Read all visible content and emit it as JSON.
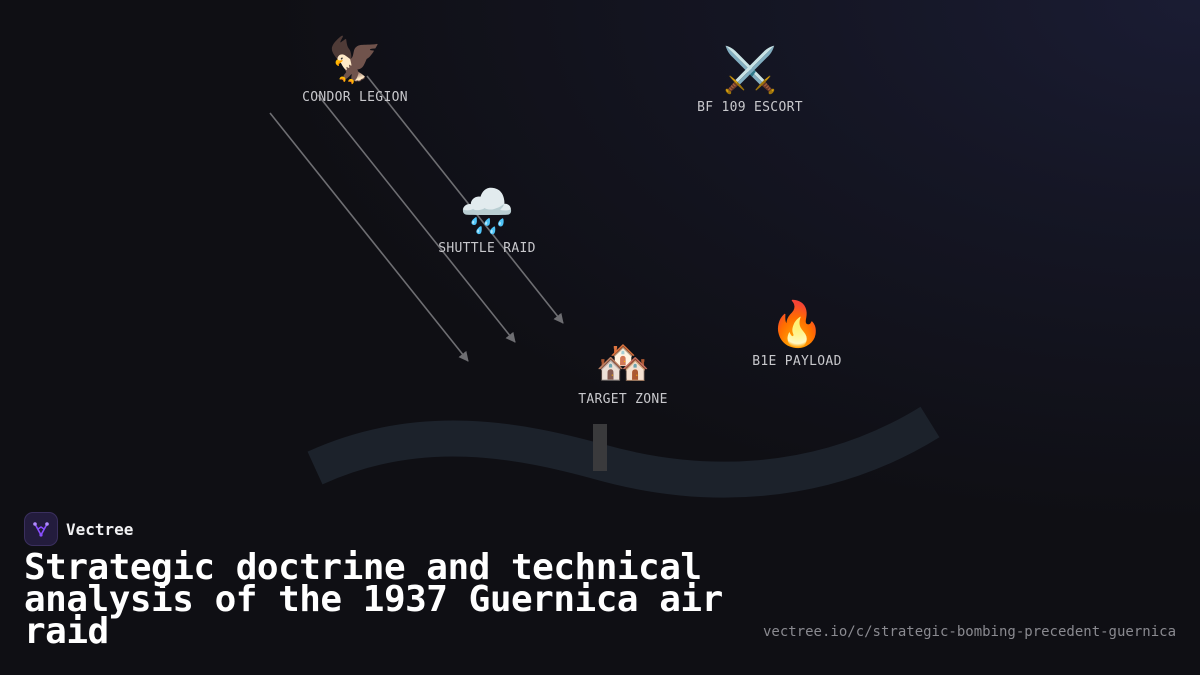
{
  "diagram": {
    "nodes": {
      "condor": {
        "icon": "eagle-icon",
        "emoji": "🦅",
        "label": "CONDOR LEGION"
      },
      "escort": {
        "icon": "crossed-swords-icon",
        "emoji": "⚔️",
        "label": "BF 109 ESCORT"
      },
      "shuttle": {
        "icon": "rain-cloud-icon",
        "emoji": "🌧️",
        "label": "SHUTTLE RAID"
      },
      "payload": {
        "icon": "fire-icon",
        "emoji": "🔥",
        "label": "B1E PAYLOAD"
      },
      "target": {
        "icon": "houses-icon",
        "emoji": "🏘️",
        "label": "TARGET ZONE"
      }
    },
    "colors": {
      "river": "#1c222b",
      "bridge": "#3a3a3c",
      "arrow": "#6e6e72"
    }
  },
  "brand": {
    "name": "Vectree",
    "logo_icon": "vectree-logo-icon",
    "accent": "#8a4fff"
  },
  "headline": "Strategic doctrine and technical analysis of the 1937 Guernica air raid",
  "url": "vectree.io/c/strategic-bombing-precedent-guernica"
}
